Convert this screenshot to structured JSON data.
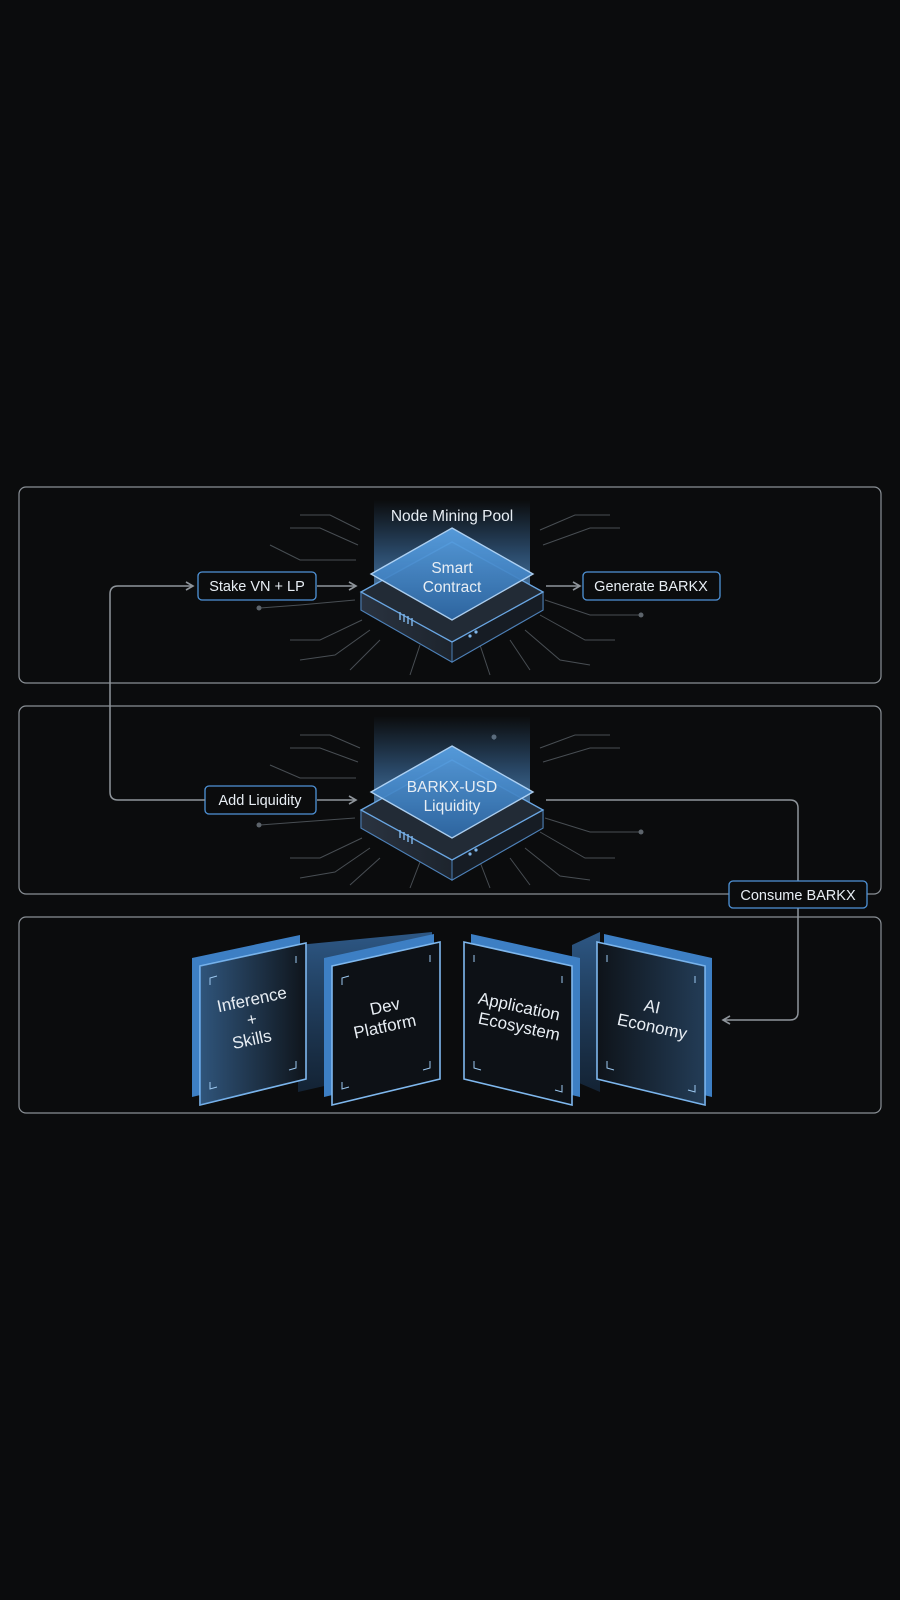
{
  "sections": {
    "mining": {
      "title": "Node Mining Pool",
      "core_lines": [
        "Smart",
        "Contract"
      ],
      "input_label": "Stake VN + LP",
      "output_label": "Generate BARKX"
    },
    "liquidity": {
      "core_lines": [
        "BARKX-USD",
        "Liquidity"
      ],
      "input_label": "Add Liquidity",
      "output_label": "Consume BARKX"
    },
    "ecosystem": {
      "panels": [
        {
          "lines": [
            "Inference",
            "+",
            "Skills"
          ]
        },
        {
          "lines": [
            "Dev",
            "Platform"
          ]
        },
        {
          "lines": [
            "Application",
            "Ecosystem"
          ]
        },
        {
          "lines": [
            "AI",
            "Economy"
          ]
        }
      ]
    }
  },
  "colors": {
    "background": "#0b0c0d",
    "accent": "#4f93d8",
    "accent_light": "#9cc8f0",
    "frame": "#8a9096",
    "connector": "#8f959b"
  }
}
